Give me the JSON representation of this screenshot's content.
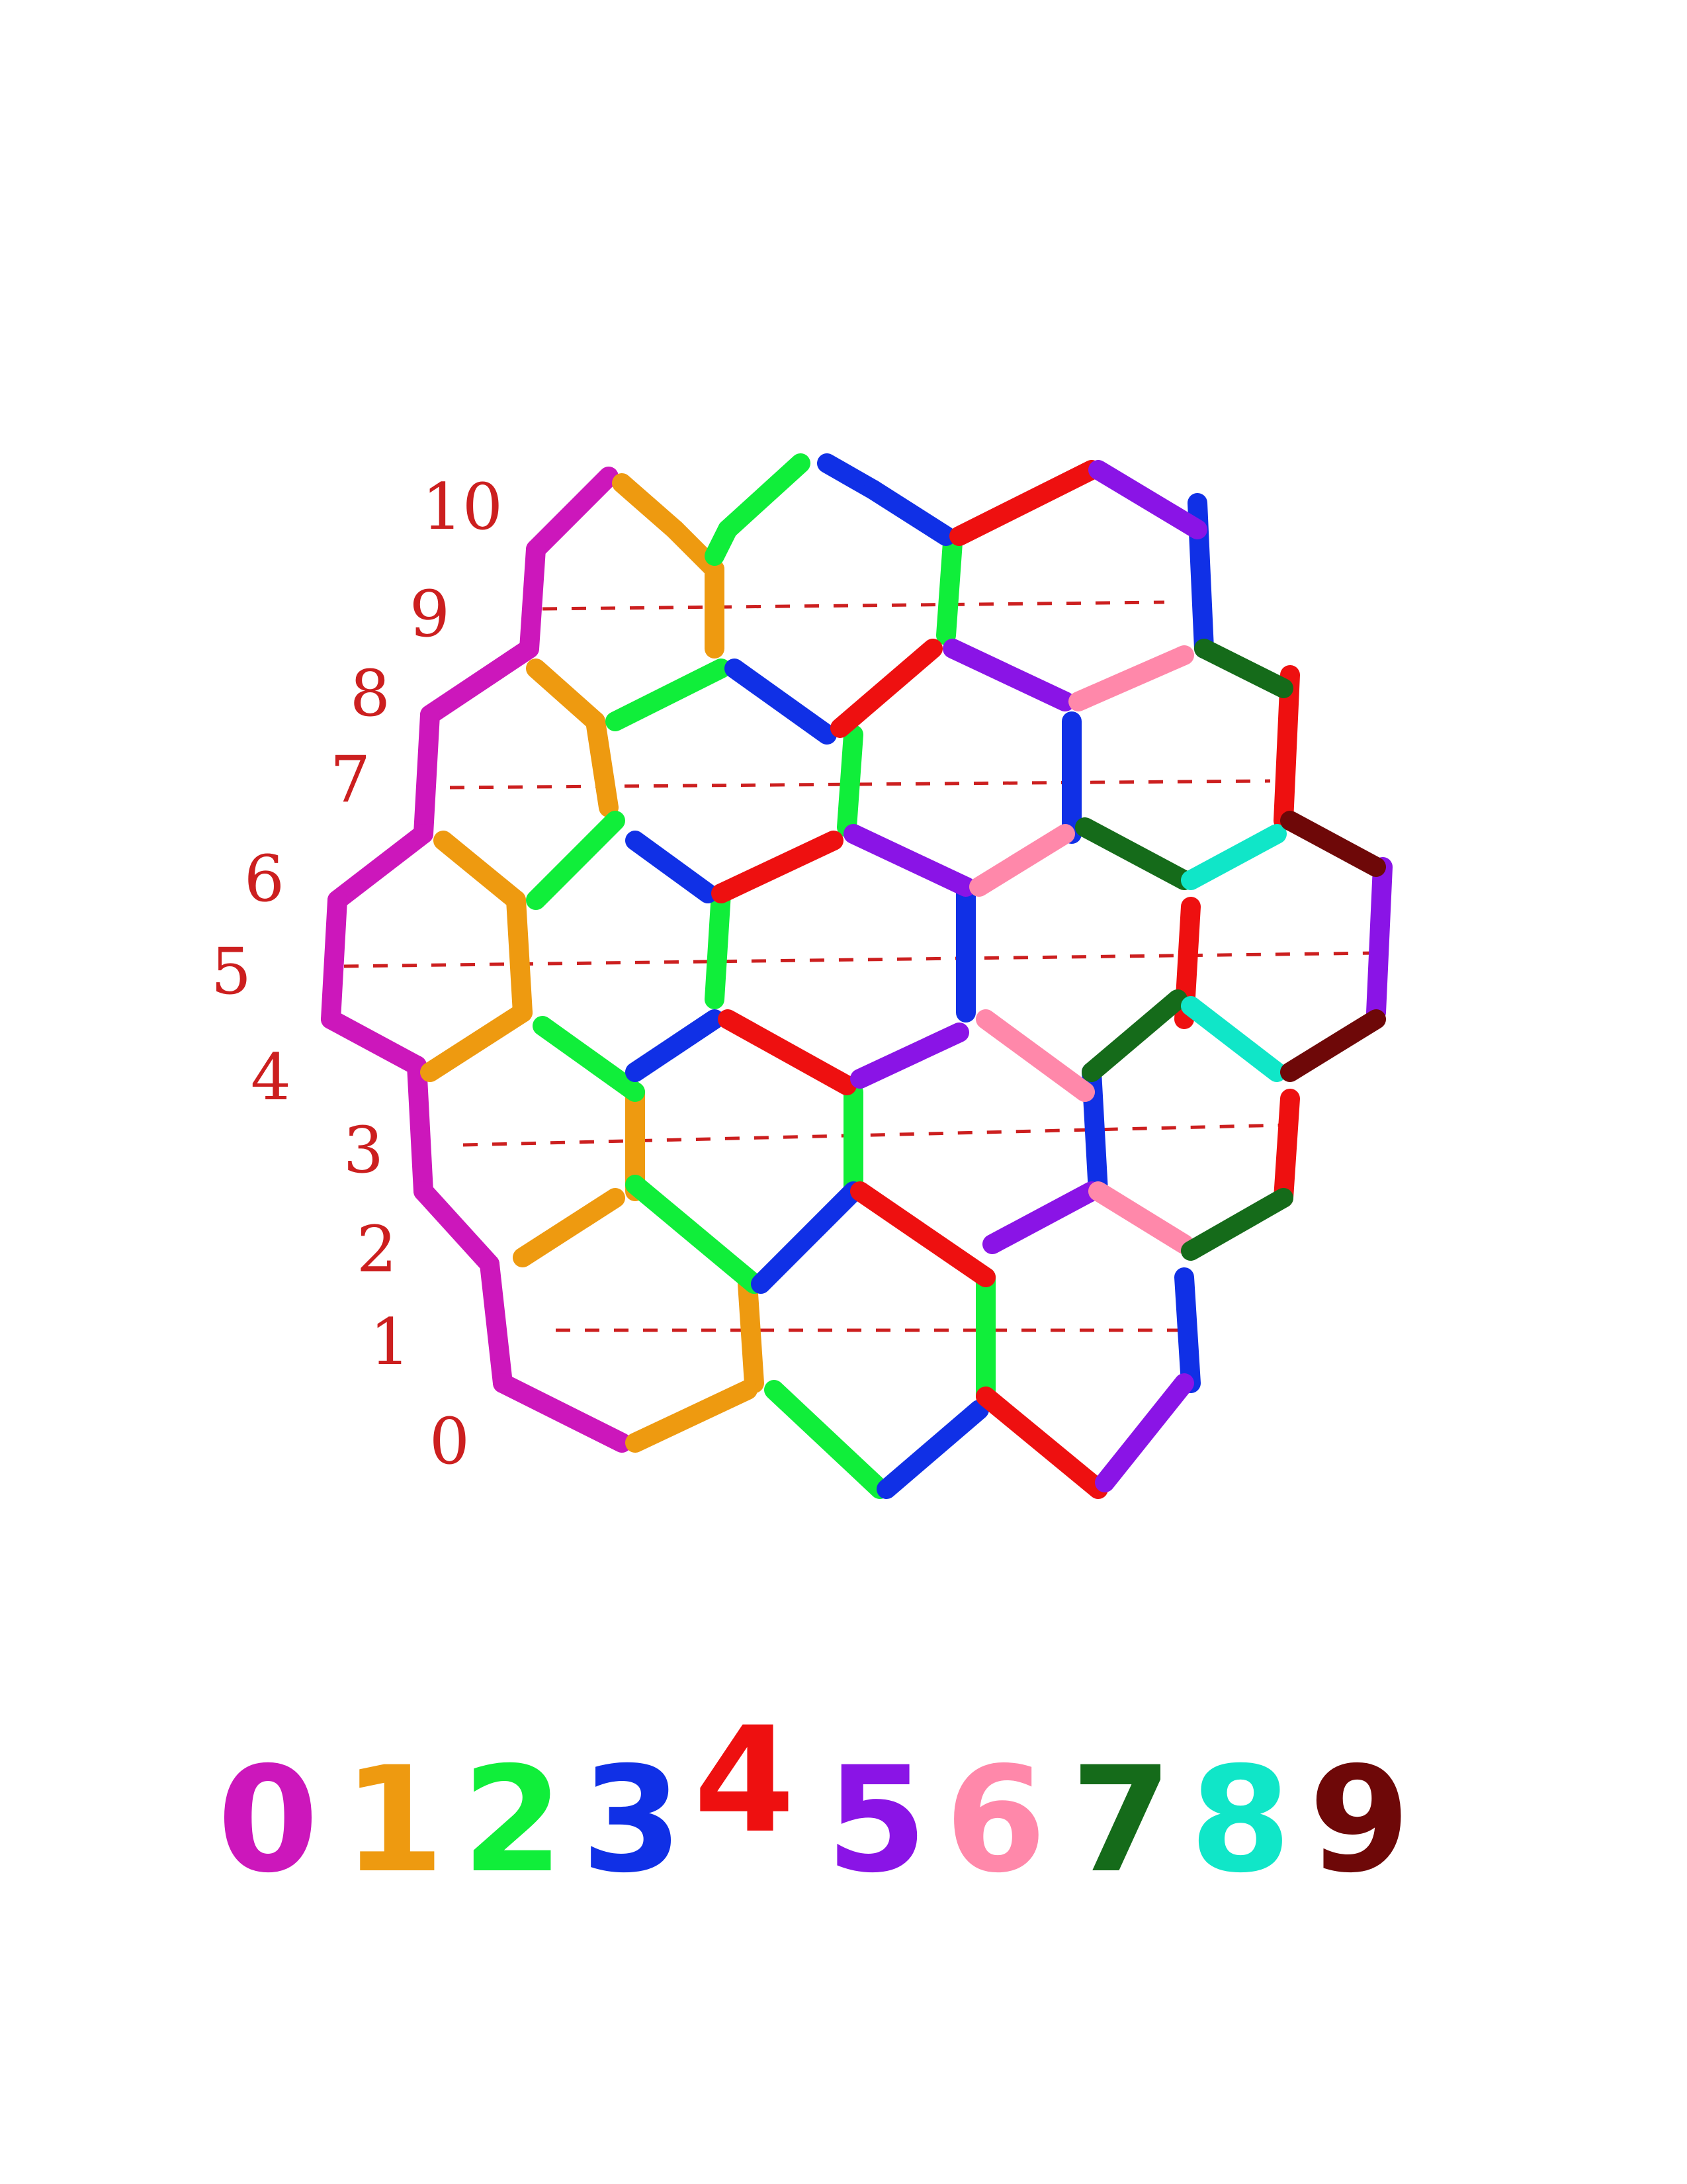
{
  "row_labels": [
    "10",
    "9",
    "8",
    "7",
    "6",
    "5",
    "4",
    "3",
    "2",
    "1",
    "0"
  ],
  "legend": [
    {
      "digit": "0",
      "color": "#cc17bb"
    },
    {
      "digit": "1",
      "color": "#ee9a10"
    },
    {
      "digit": "2",
      "color": "#10ee3a"
    },
    {
      "digit": "3",
      "color": "#1030e6"
    },
    {
      "digit": "4",
      "color": "#ee1010"
    },
    {
      "digit": "5",
      "color": "#8a14e6"
    },
    {
      "digit": "6",
      "color": "#ff88aa"
    },
    {
      "digit": "7",
      "color": "#156b1a"
    },
    {
      "digit": "8",
      "color": "#10e6c8"
    },
    {
      "digit": "9",
      "color": "#6e0808"
    }
  ],
  "guide_color": "#cc1f1f"
}
